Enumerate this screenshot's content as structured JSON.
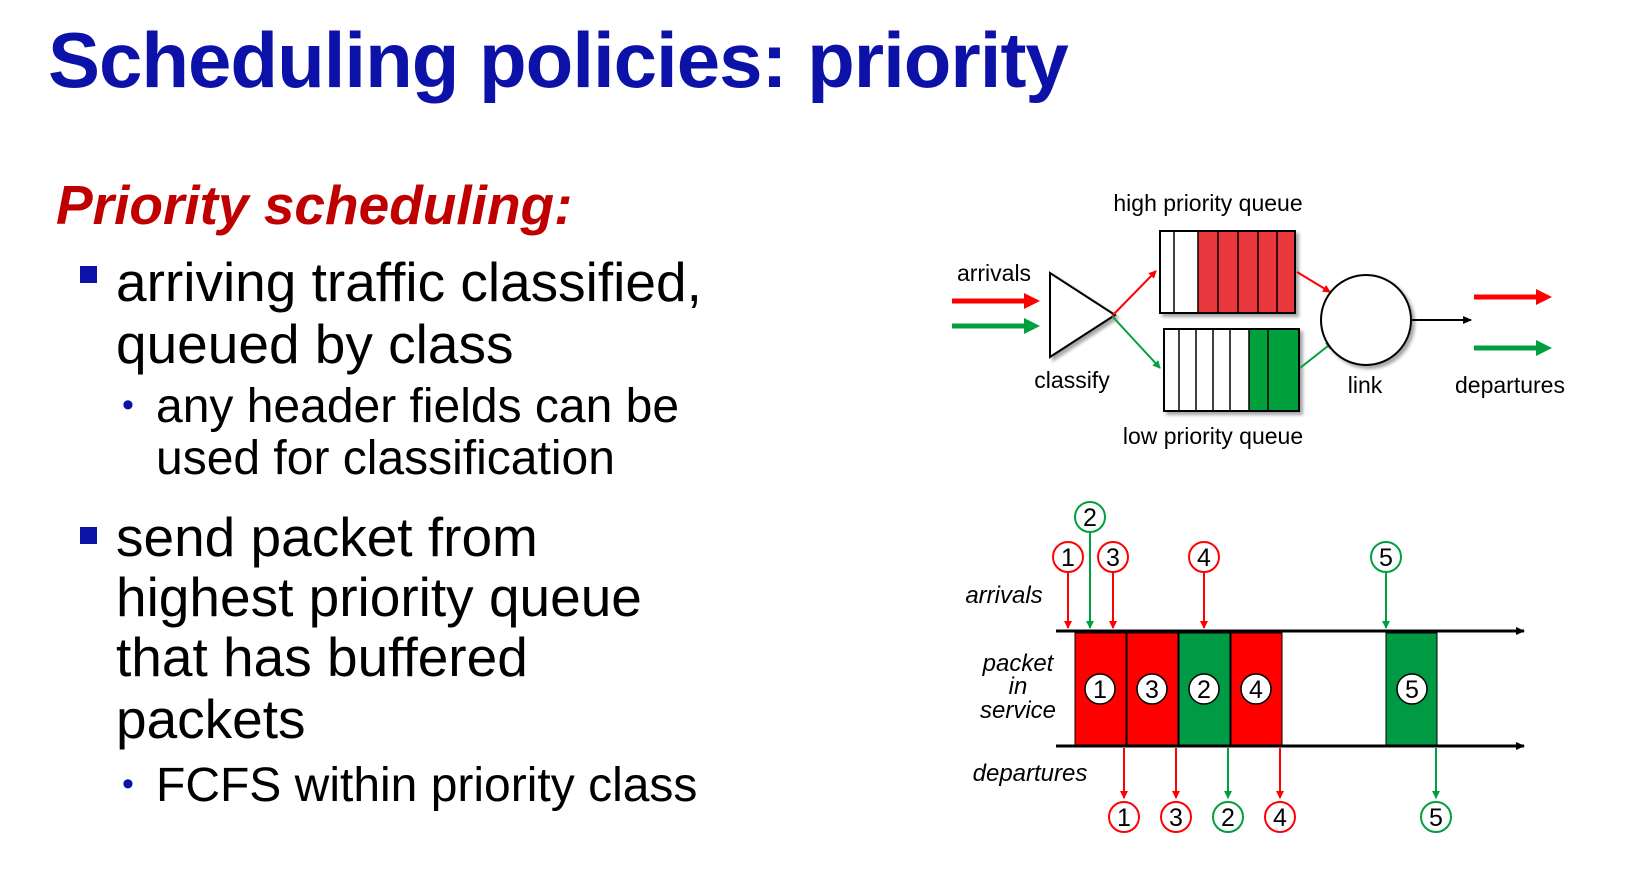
{
  "slide": {
    "title": "Scheduling policies: priority",
    "subtitle": "Priority scheduling:"
  },
  "bullets": [
    {
      "lines": [
        "arriving traffic classified,",
        "queued by class"
      ],
      "sub": [
        {
          "lines": [
            "any header fields can be",
            "used for classification"
          ]
        }
      ]
    },
    {
      "lines": [
        "send packet from",
        "highest priority queue",
        "that has buffered",
        "packets"
      ],
      "sub": [
        {
          "lines": [
            "FCFS within priority class"
          ]
        }
      ]
    }
  ],
  "queue_diagram": {
    "high_queue_label": "high priority queue",
    "low_queue_label": "low priority queue",
    "arrivals_label": "arrivals",
    "classify_label": "classify",
    "link_label": "link",
    "departures_label": "departures"
  },
  "timeline": {
    "arrivals_label": "arrivals",
    "service_label_lines": [
      "packet",
      "in",
      "service"
    ],
    "departures_label": "departures",
    "packets": [
      {
        "id": "1",
        "priority": "high",
        "service_order": 1
      },
      {
        "id": "2",
        "priority": "low",
        "service_order": 3
      },
      {
        "id": "3",
        "priority": "high",
        "service_order": 2
      },
      {
        "id": "4",
        "priority": "high",
        "service_order": 4
      },
      {
        "id": "5",
        "priority": "low",
        "service_order": 5
      }
    ]
  },
  "colors": {
    "title": "#0c12a8",
    "subtitle": "#c00000",
    "high_priority": "#ff0000",
    "low_priority": "#00a040",
    "high_fill": "#e8383d",
    "low_fill": "#00a03c",
    "service_high": "#ff0000",
    "service_low": "#009a44"
  }
}
